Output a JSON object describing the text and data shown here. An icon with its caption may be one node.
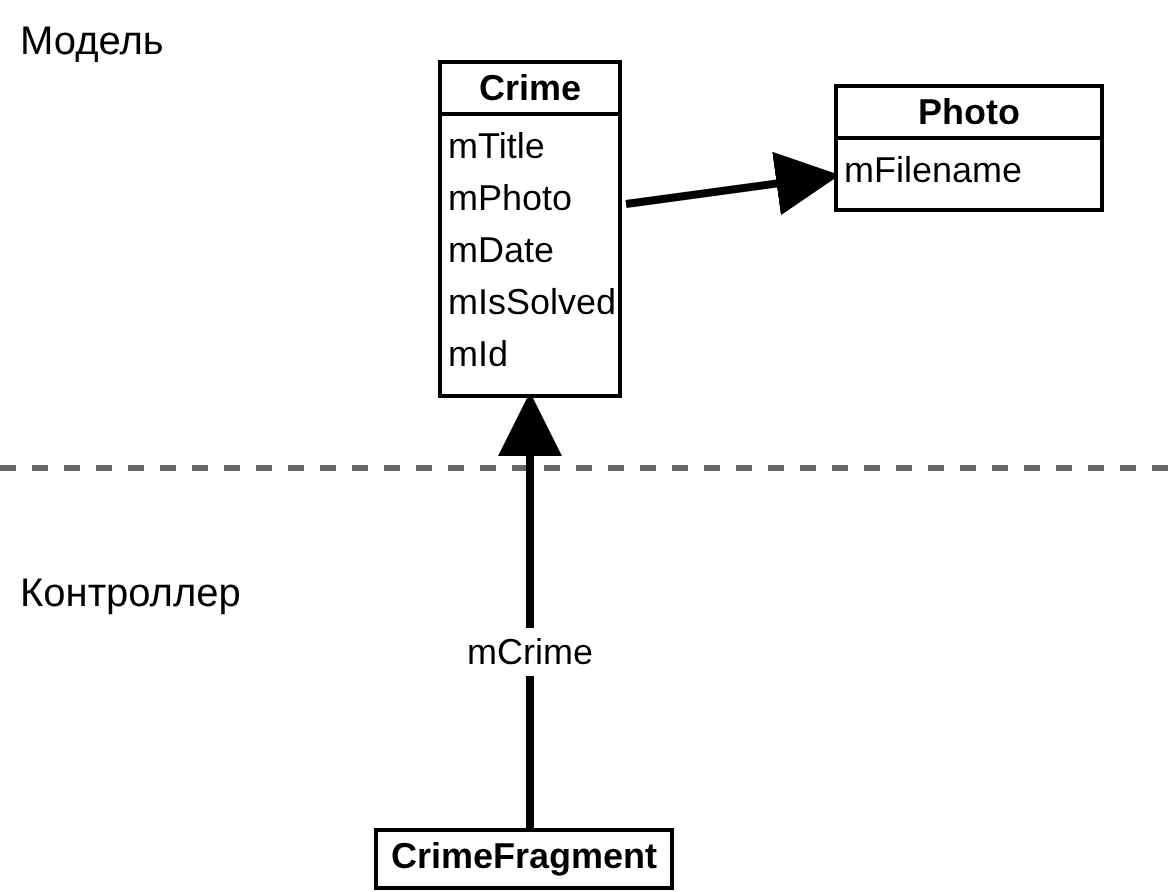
{
  "diagram": {
    "nodes": [
      {
        "text": [
          "Crime",
          "mTitle",
          "mPhoto",
          "mDate",
          "mIsSolved",
          "mId"
        ]
      },
      {
        "text": [
          "Photo",
          "mFilename"
        ]
      },
      {
        "text": [
          "CrimeFragment"
        ]
      }
    ],
    "edges": [
      {
        "from": 0,
        "to": 1,
        "arrow": "to"
      },
      {
        "from": 2,
        "to": 0,
        "arrow": "to",
        "label": "mCrime"
      }
    ],
    "labels": [
      "Модель",
      "Контроллер"
    ]
  }
}
